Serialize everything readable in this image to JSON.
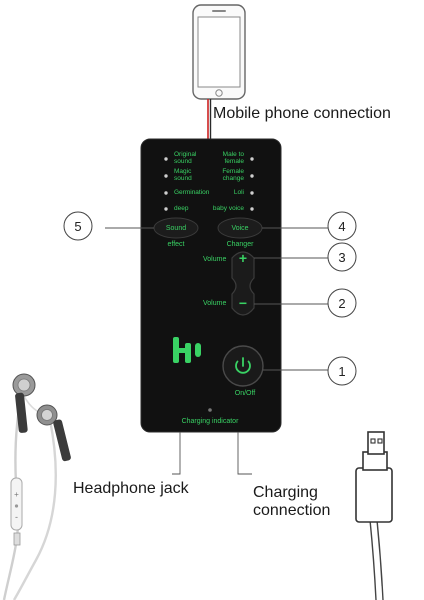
{
  "labels": {
    "mobile": "Mobile phone connection",
    "headphone": "Headphone jack",
    "charging_1": "Charging",
    "charging_2": "connection"
  },
  "device": {
    "modes_left": [
      "Original\nsound",
      "Magic\nsound",
      "Germination",
      "deep"
    ],
    "modes_right": [
      "Male to\nfemale",
      "Female\nchange",
      "Loli",
      "baby voice"
    ],
    "sound_btn": "Sound",
    "sound_sub": "effect",
    "voice_btn": "Voice",
    "voice_sub": "Changer",
    "vol_up_label": "Volume",
    "vol_down_label": "Volume",
    "plus": "+",
    "minus": "−",
    "power_label": "On/Off",
    "charging_indicator": "Charging indicator"
  },
  "callouts": [
    "1",
    "2",
    "3",
    "4",
    "5"
  ],
  "colors": {
    "device_body": "#111111",
    "accent_green": "#39d264",
    "cable_red": "#cc2222"
  }
}
